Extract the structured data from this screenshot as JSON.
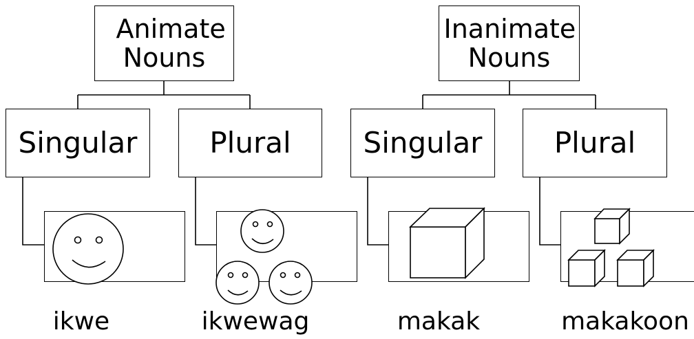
{
  "animate": {
    "root": "Animate Nouns",
    "singular": "Singular",
    "plural": "Plural",
    "singular_word": "ikwe",
    "plural_word": "ikwewag"
  },
  "inanimate": {
    "root": "Inanimate Nouns",
    "singular": "Singular",
    "plural": "Plural",
    "singular_word": "makak",
    "plural_word": "makakoon"
  },
  "icons": {
    "animate_singular": "smiley-face-icon",
    "animate_plural": "three-smiley-faces-icon",
    "inanimate_singular": "cube-icon",
    "inanimate_plural": "three-cubes-icon"
  }
}
